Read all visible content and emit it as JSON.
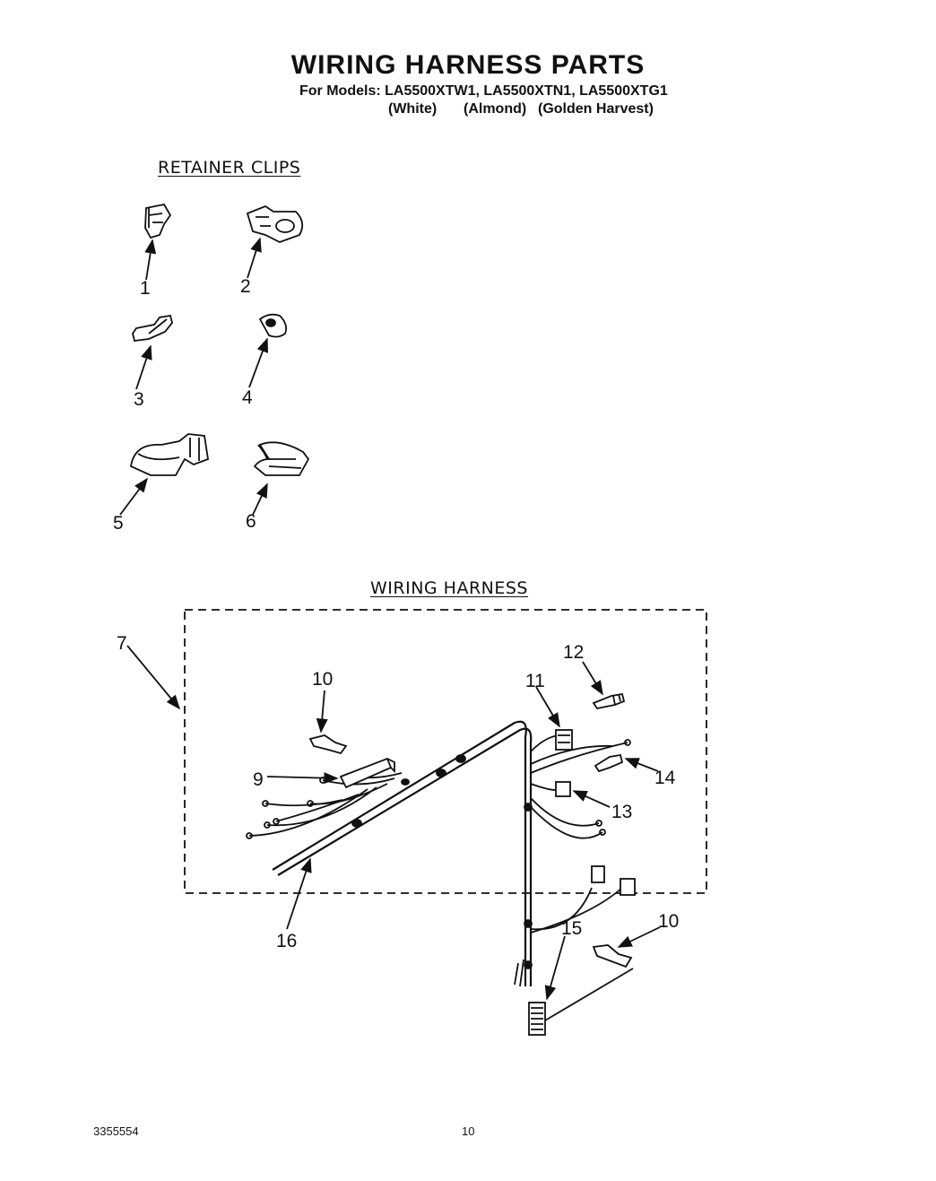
{
  "header": {
    "title": "WIRING HARNESS PARTS",
    "models_line": "For Models: LA5500XTW1, LA5500XTN1, LA5500XTG1",
    "colors": [
      "(White)",
      "(Almond)",
      "(Golden Harvest)"
    ]
  },
  "sections": {
    "retainer_clips": "RETAINER CLIPS",
    "wiring_harness": "WIRING HARNESS"
  },
  "callouts": {
    "c1": "1",
    "c2": "2",
    "c3": "3",
    "c4": "4",
    "c5": "5",
    "c6": "6",
    "c7": "7",
    "c9": "9",
    "c10a": "10",
    "c10b": "10",
    "c11": "11",
    "c12": "12",
    "c13": "13",
    "c14": "14",
    "c15": "15",
    "c16": "16"
  },
  "footer": {
    "doc_number": "3355554",
    "page_number": "10"
  }
}
